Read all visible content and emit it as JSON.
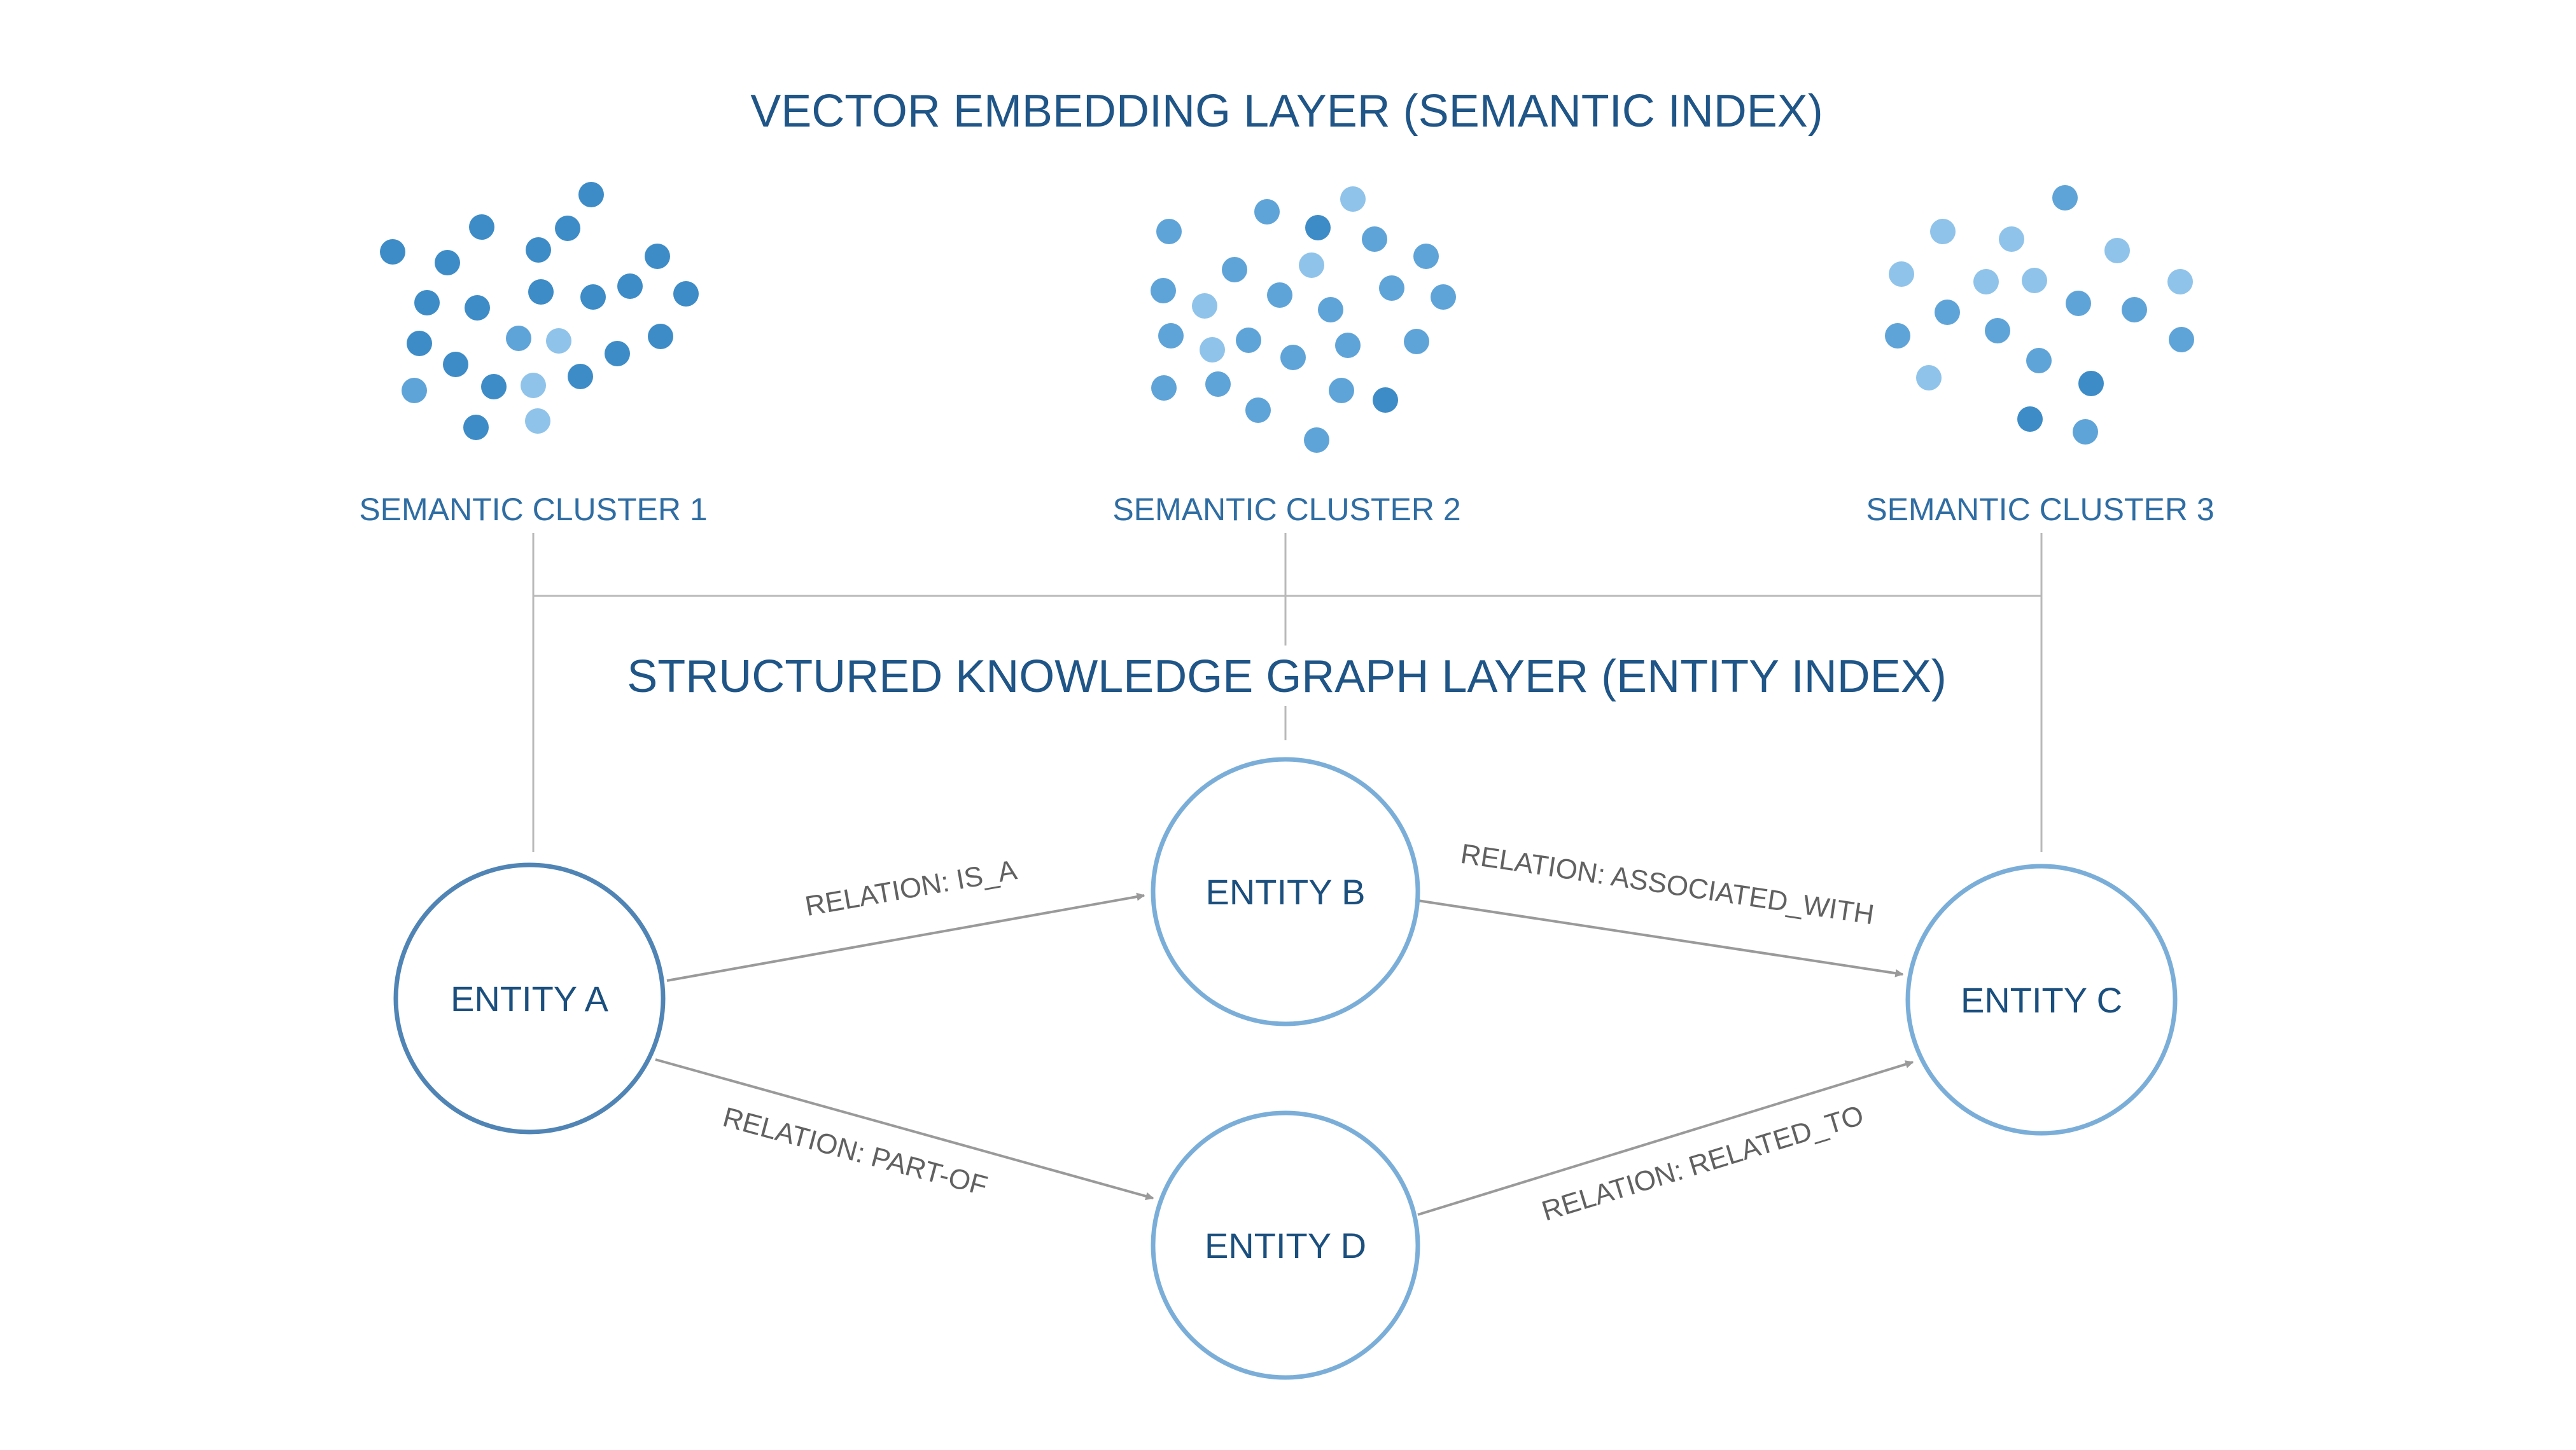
{
  "vector_layer": {
    "title": "VECTOR EMBEDDING LAYER (SEMANTIC INDEX)"
  },
  "graph_layer": {
    "title": "STRUCTURED KNOWLEDGE GRAPH LAYER (ENTITY INDEX)"
  },
  "clusters": [
    {
      "id": "c1",
      "label": "SEMANTIC CLUSTER 1"
    },
    {
      "id": "c2",
      "label": "SEMANTIC CLUSTER 2"
    },
    {
      "id": "c3",
      "label": "SEMANTIC CLUSTER 3"
    }
  ],
  "entities": [
    {
      "id": "a",
      "label": "ENTITY A"
    },
    {
      "id": "b",
      "label": "ENTITY B"
    },
    {
      "id": "c",
      "label": "ENTITY C"
    },
    {
      "id": "d",
      "label": "ENTITY D"
    }
  ],
  "relations": [
    {
      "from": "a",
      "to": "b",
      "label": "RELATION: IS_A"
    },
    {
      "from": "b",
      "to": "c",
      "label": "RELATION: ASSOCIATED_WITH"
    },
    {
      "from": "a",
      "to": "d",
      "label": "RELATION: PART-OF"
    },
    {
      "from": "d",
      "to": "c",
      "label": "RELATION: RELATED_TO"
    }
  ],
  "colors": {
    "title": "#1f5587",
    "cluster_label": "#2f6da3",
    "entity_label": "#1b4f7e",
    "entity_a_stroke": "#4f84b5",
    "entity_stroke": "#7aaed8",
    "relation_label": "#616161",
    "edge": "#9a9a9a",
    "connector": "#b9b9b9",
    "dot_dark": "#3d8cc7",
    "dot_mid": "#5fa4d8",
    "dot_light": "#8fc3ea"
  }
}
